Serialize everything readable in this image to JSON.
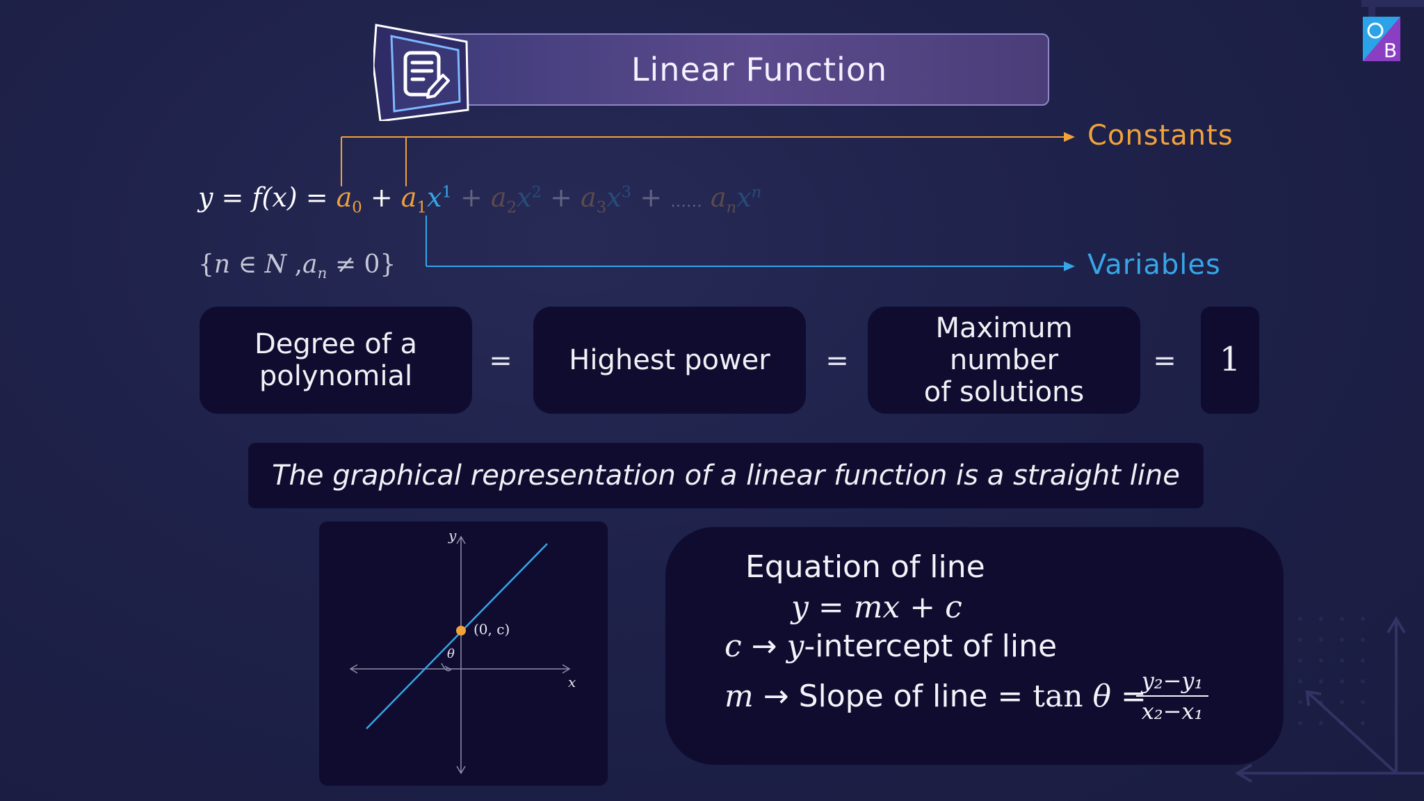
{
  "title": "Linear Function",
  "labels": {
    "constants": "Constants",
    "variables": "Variables"
  },
  "equation": {
    "lhs": "y = f(x) = ",
    "a0": "a",
    "a0_sub": "0",
    "plus": " + ",
    "a1": "a",
    "a1_sub": "1",
    "x1": "x",
    "x1_sup": "1",
    "rest_a2": "a",
    "rest_a2_sub": "2",
    "rest_x2": "x",
    "rest_x2_sup": "2",
    "rest_a3": "a",
    "rest_a3_sub": "3",
    "rest_x3": "x",
    "rest_x3_sup": "3",
    "dots": "……",
    "rest_an": "a",
    "rest_an_sub": "n",
    "rest_xn": "x",
    "rest_xn_sup": "n"
  },
  "condition": {
    "open": "{",
    "n": "n",
    "in": " ∈ ",
    "N": "N",
    "comma": " ,",
    "a": "a",
    "a_sub": "n",
    "neq": " ≠ 0",
    "close": "}"
  },
  "boxes": {
    "degree": [
      "Degree of a",
      "polynomial"
    ],
    "highest": "Highest power",
    "maximum": [
      "Maximum",
      "number",
      "of solutions"
    ],
    "one": "1",
    "equals": "="
  },
  "statement": "The graphical representation of a linear function is a straight line",
  "graph": {
    "x_label": "x",
    "y_label": "y",
    "point_label": "(0, c)",
    "angle_label": "θ",
    "point_color": "#f2a23a",
    "line_color": "#36a6e8"
  },
  "card": {
    "heading": "Equation of line",
    "formula": "y = mx + c",
    "c_line_var": "c",
    "c_line_arrow": " → ",
    "c_line_y": "y",
    "c_line_text": "-intercept of line",
    "m_line_var": "m",
    "m_line_arrow": " → ",
    "m_line_text": "Slope of line = ",
    "m_line_tan": "tan",
    "m_line_theta": " θ",
    "m_line_eq": " = ",
    "frac_num": "y₂−y₁",
    "frac_den": "x₂−x₁"
  },
  "icons": {
    "title": "document-edit-icon",
    "logo": "byjus-logo-icon"
  }
}
